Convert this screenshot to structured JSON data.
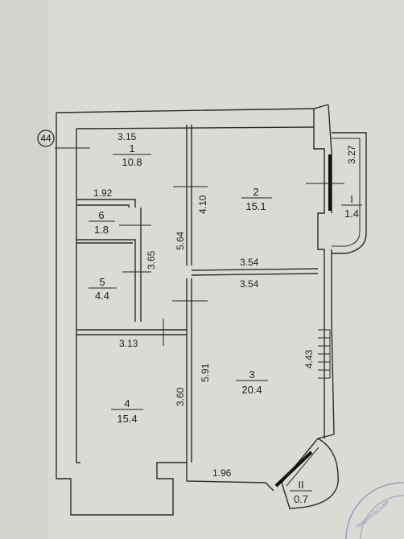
{
  "plan_marker": "44",
  "rooms": [
    {
      "id": "1",
      "number": "1",
      "area": "10.8"
    },
    {
      "id": "2",
      "number": "2",
      "area": "15.1"
    },
    {
      "id": "3",
      "number": "3",
      "area": "20.4"
    },
    {
      "id": "4",
      "number": "4",
      "area": "15.4"
    },
    {
      "id": "5",
      "number": "5",
      "area": "4.4"
    },
    {
      "id": "6",
      "number": "6",
      "area": "1.8"
    },
    {
      "id": "I",
      "number": "I",
      "area": "1.4"
    },
    {
      "id": "II",
      "number": "II",
      "area": "0.7"
    }
  ],
  "dimensions": {
    "d_3_15": "3.15",
    "d_1_92": "1.92",
    "d_4_10": "4.10",
    "d_5_64": "5.64",
    "d_3_65": "3.65",
    "d_3_54_a": "3.54",
    "d_3_54_b": "3.54",
    "d_3_13": "3.13",
    "d_5_91": "5.91",
    "d_3_60": "3.60",
    "d_4_43": "4.43",
    "d_1_96": "1.96",
    "d_3_27": "3.27"
  },
  "stamp_text": "Чернігівське"
}
